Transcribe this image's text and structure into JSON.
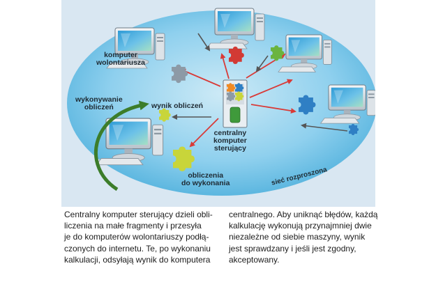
{
  "diagram": {
    "labels": {
      "volunteer_computer": [
        "komputer",
        "wolontariusza"
      ],
      "computing": [
        "wykonywanie",
        "obliczeń"
      ],
      "result": "wynik obliczeń",
      "central": [
        "centralny",
        "komputer",
        "sterujący"
      ],
      "tasks": [
        "obliczenia",
        "do wykonania"
      ],
      "network": "sieć rozproszona"
    },
    "colors": {
      "ellipse": "#5fb6de",
      "arrow_red": "#d93a37",
      "arrow_gray": "#555555",
      "cycle_arrow": "#3c7d2a",
      "puzzle_yellow": "#c8d53a",
      "puzzle_blue": "#2f7fc4",
      "puzzle_gray": "#8d9aa6",
      "puzzle_red": "#d23a34",
      "puzzle_green": "#6bb43e",
      "puzzle_orange": "#f08a24"
    },
    "icons": [
      "computer-icon",
      "server-icon",
      "puzzle-piece-icon"
    ]
  },
  "caption": {
    "col1": [
      "Centralny komputer sterujący dzieli obli-",
      "liczenia na małe fragmenty i przesyła",
      "je do komputerów wolontariuszy podłą-",
      "czonych do internetu. Te, po wykonaniu",
      "kalkulacji, odsyłają wynik do komputera"
    ],
    "col2": [
      "centralnego. Aby uniknąć błędów, każdą",
      "kalkulację wykonują przynajmniej dwie",
      "niezależne od siebie maszyny, wynik",
      "jest sprawdzany i jeśli jest zgodny,",
      "akceptowany."
    ]
  }
}
